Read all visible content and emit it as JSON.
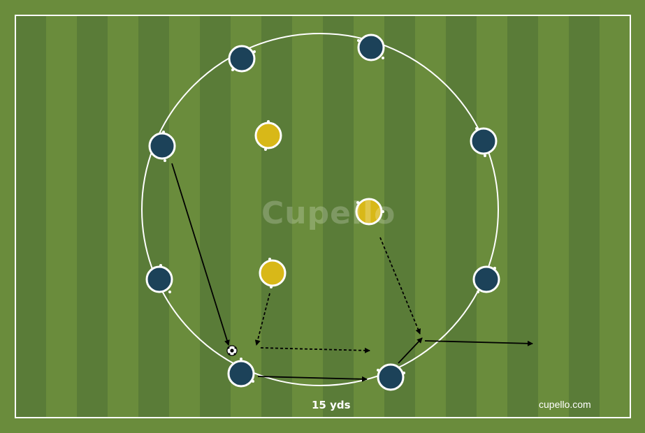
{
  "watermark": "Cupello",
  "distance_label": "15 yds",
  "site": "cupello.com",
  "colors": {
    "grass_dark": "#5a7c38",
    "grass_light": "#6a8c3c",
    "line": "#ffffff",
    "team_blue": "#1c4259",
    "team_yellow": "#d8b818"
  },
  "icons": {
    "ball": "soccer-ball-icon"
  }
}
